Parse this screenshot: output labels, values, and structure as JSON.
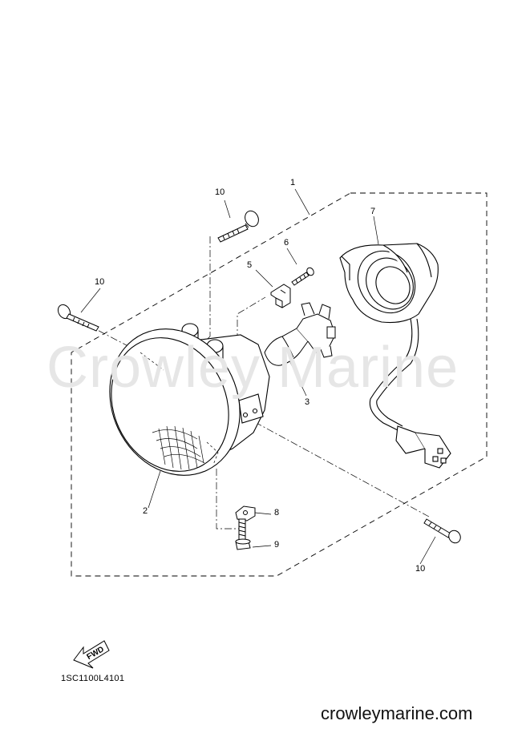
{
  "watermark": "Crowley Marine",
  "callouts": [
    {
      "id": "1",
      "label": "1"
    },
    {
      "id": "2",
      "label": "2"
    },
    {
      "id": "3",
      "label": "3"
    },
    {
      "id": "5",
      "label": "5"
    },
    {
      "id": "6",
      "label": "6"
    },
    {
      "id": "7",
      "label": "7"
    },
    {
      "id": "8",
      "label": "8"
    },
    {
      "id": "9",
      "label": "9"
    },
    {
      "id": "10a",
      "label": "10"
    },
    {
      "id": "10b",
      "label": "10"
    },
    {
      "id": "10c",
      "label": "10"
    }
  ],
  "fwd_label": "FWD",
  "diagram_code": "1SC1100L4101",
  "site_url": "crowleymarine.com"
}
